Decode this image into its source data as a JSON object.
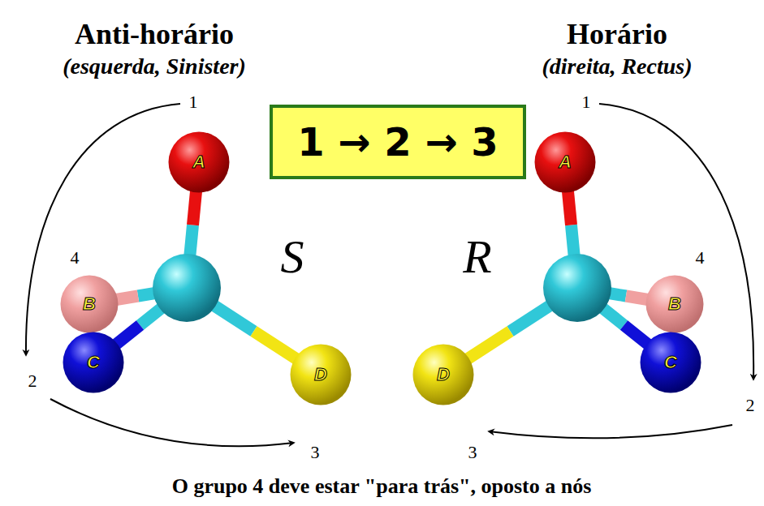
{
  "diagram": {
    "caption": "O grupo 4 deve estar \"para trás\", oposto a nós",
    "nodes": [
      {
        "text": [
          "1 → 2 → 3"
        ]
      },
      {
        "text": [
          "A"
        ]
      },
      {
        "text": [
          "B"
        ]
      },
      {
        "text": [
          "C"
        ]
      },
      {
        "text": [
          "D"
        ]
      },
      {
        "text": [
          "A"
        ]
      },
      {
        "text": [
          "B"
        ]
      },
      {
        "text": [
          "C"
        ]
      },
      {
        "text": [
          "D"
        ]
      }
    ],
    "labels": [
      "Anti-horário",
      "(esquerda, Sinister)",
      "Horário",
      "(direita, Rectus)",
      "1",
      "4",
      "2",
      "3",
      "S",
      "R",
      "1",
      "4",
      "2",
      "3"
    ]
  }
}
